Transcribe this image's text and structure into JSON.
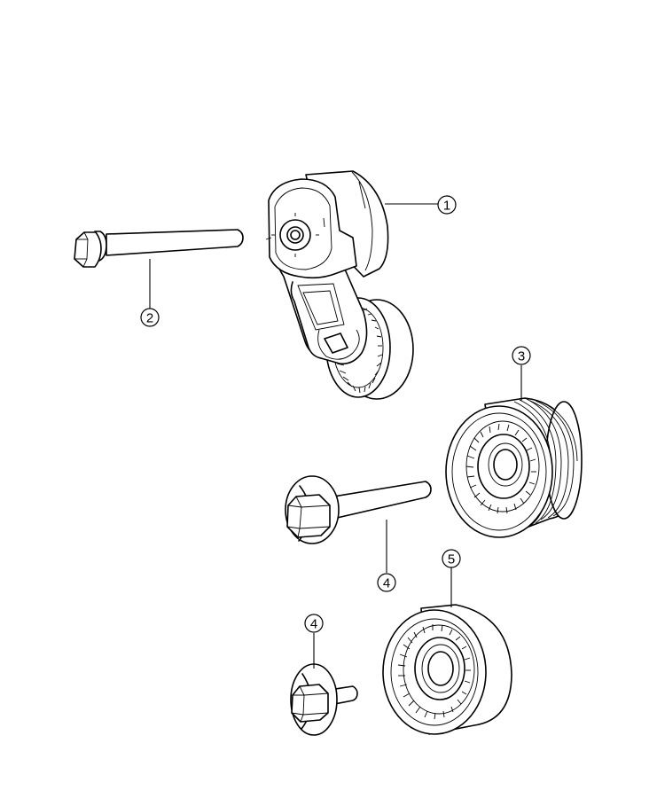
{
  "callouts": [
    {
      "id": "c1",
      "label": "1"
    },
    {
      "id": "c2",
      "label": "2"
    },
    {
      "id": "c3",
      "label": "3"
    },
    {
      "id": "c4a",
      "label": "4"
    },
    {
      "id": "c4b",
      "label": "4"
    },
    {
      "id": "c5",
      "label": "5"
    }
  ]
}
